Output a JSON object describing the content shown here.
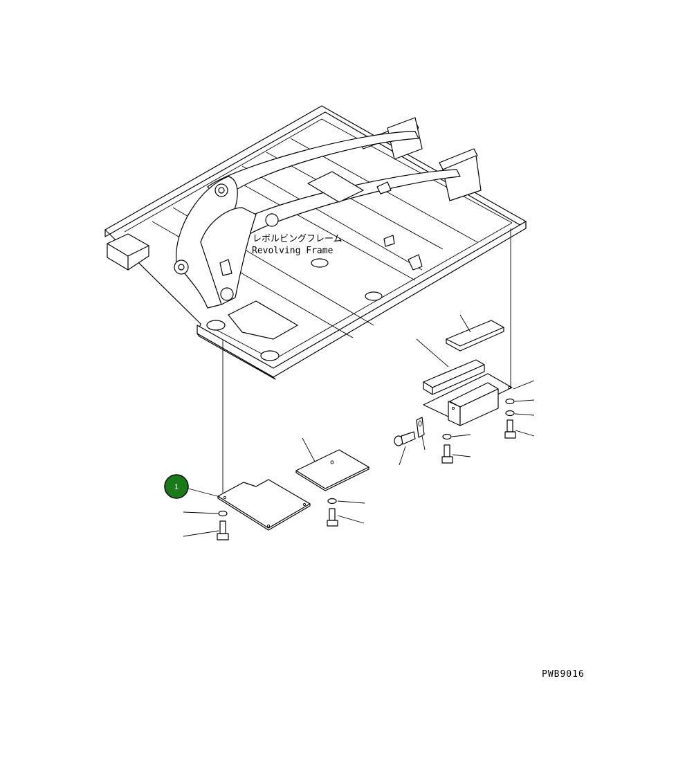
{
  "diagram": {
    "frame_label_jp": "レボルビングフレーム",
    "frame_label_en": "Revolving Frame",
    "drawing_code": "PWB9016",
    "callout": {
      "number": "1",
      "color": "#1a7a1a"
    }
  }
}
